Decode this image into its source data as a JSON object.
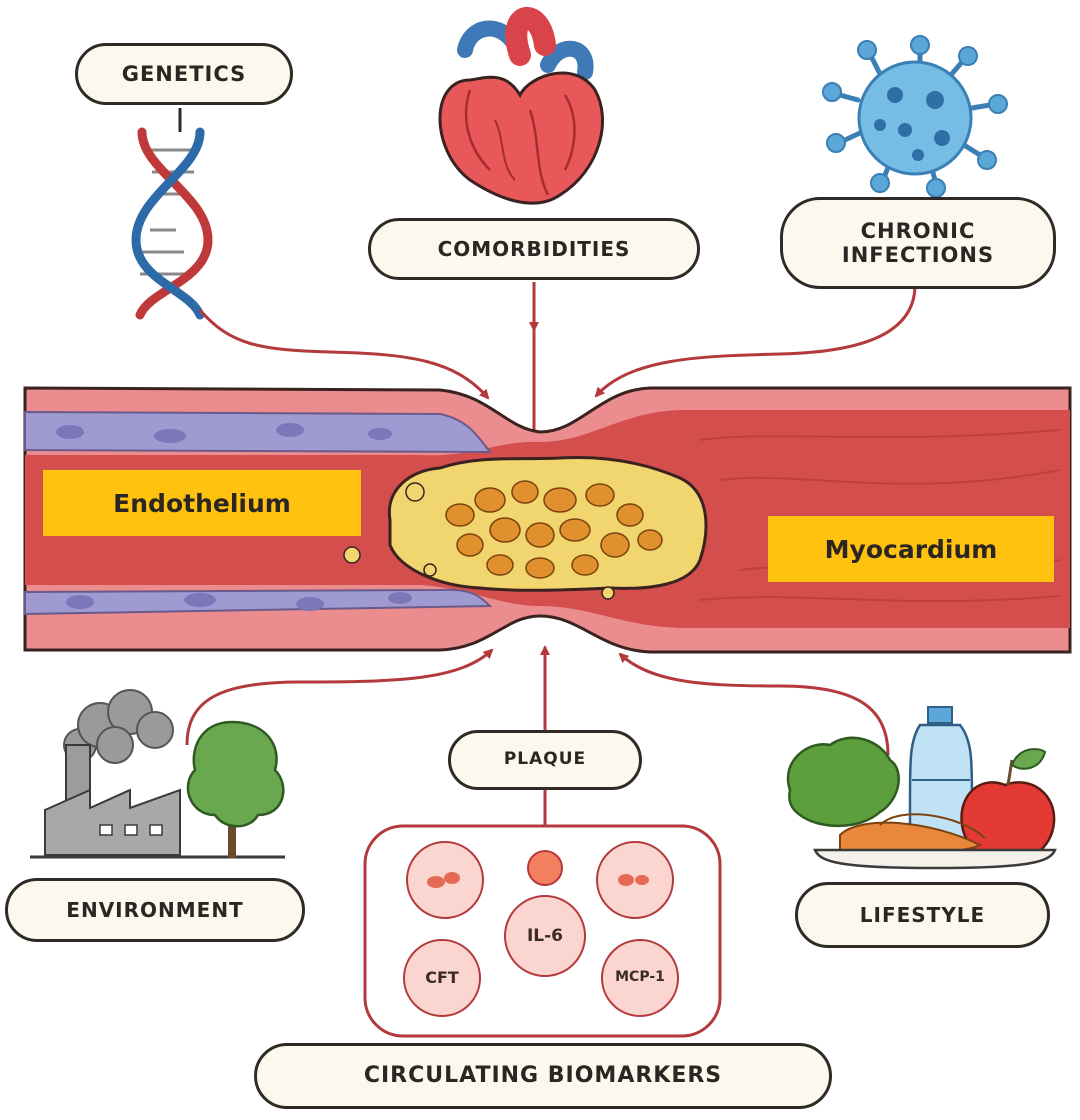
{
  "labels": {
    "genetics": "GENETICS",
    "comorbidities": "COMORBIDITIES",
    "chronic_infections_line1": "CHRONIC",
    "chronic_infections_line2": "INFECTIONS",
    "endothelium": "Endothelium",
    "myocardium": "Myocardium",
    "environment": "ENVIRONMENT",
    "plaque": "PLAQUE",
    "lifestyle": "LIFESTYLE",
    "circulating_biomarkers": "CIRCULATING BIOMARKERS"
  },
  "biomarkers": {
    "il6": "IL-6",
    "cft": "CFT",
    "mcp1": "MCP-1"
  },
  "colors": {
    "arrow": "#b3393c",
    "vessel_wall": "#e9878a",
    "lumen": "#d6504f",
    "intima": "#9b9ad0",
    "plaque": "#f0d36a",
    "label_bg": "#ffc20e",
    "pill_bg": "#fbf8ee"
  },
  "icons": {
    "dna": "dna-helix-icon",
    "heart": "heart-icon",
    "virus": "virus-icon",
    "factory": "factory-icon",
    "tree": "tree-icon",
    "food": "food-plate-icon",
    "bottle": "water-bottle-icon",
    "apple": "apple-icon"
  }
}
